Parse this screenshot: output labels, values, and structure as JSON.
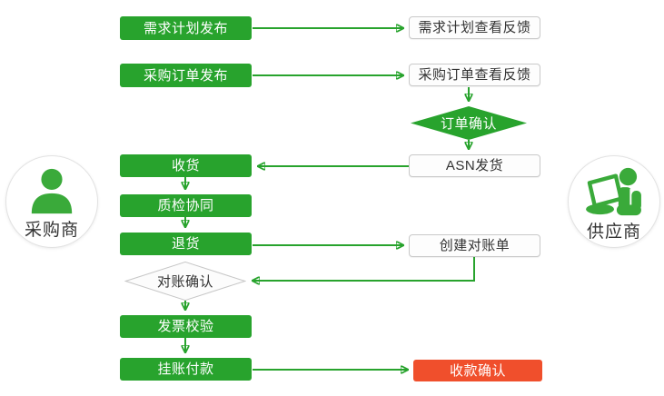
{
  "diagram": {
    "type": "flowchart",
    "colors": {
      "process_green": "#28a32d",
      "highlight_red": "#f04f2c",
      "connector_green": "#28a32d",
      "neutral_box_border": "#c9c9c9"
    },
    "actors": {
      "buyer": {
        "label": "采购商",
        "icon": "person-icon"
      },
      "supplier": {
        "label": "供应商",
        "icon": "person-laptop-icon"
      }
    },
    "buyer_nodes": [
      {
        "label": "需求计划发布",
        "shape": "rect",
        "style": "green"
      },
      {
        "label": "采购订单发布",
        "shape": "rect",
        "style": "green"
      },
      {
        "label": "收货",
        "shape": "rect",
        "style": "green"
      },
      {
        "label": "质检协同",
        "shape": "rect",
        "style": "green"
      },
      {
        "label": "退货",
        "shape": "rect",
        "style": "green"
      },
      {
        "label": "对账确认",
        "shape": "diamond",
        "style": "plain"
      },
      {
        "label": "发票校验",
        "shape": "rect",
        "style": "green"
      },
      {
        "label": "挂账付款",
        "shape": "rect",
        "style": "green"
      }
    ],
    "supplier_nodes": [
      {
        "label": "需求计划查看反馈",
        "shape": "rect",
        "style": "plain"
      },
      {
        "label": "采购订单查看反馈",
        "shape": "rect",
        "style": "plain"
      },
      {
        "label": "订单确认",
        "shape": "diamond",
        "style": "green"
      },
      {
        "label": "ASN发货",
        "shape": "rect",
        "style": "plain"
      },
      {
        "label": "创建对账单",
        "shape": "rect",
        "style": "plain"
      },
      {
        "label": "收款确认",
        "shape": "rect",
        "style": "red"
      }
    ]
  }
}
